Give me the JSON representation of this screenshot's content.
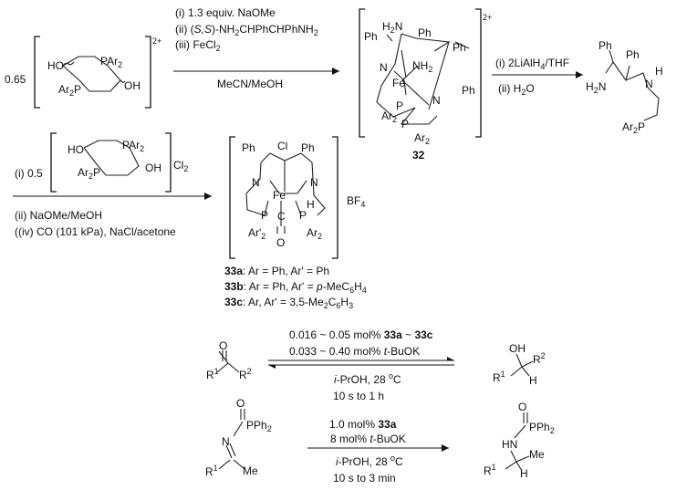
{
  "scheme1": {
    "coef": "0.65",
    "lig_HO": "HO",
    "lig_PAr2": "PAr",
    "lig_Ar2P": "Ar",
    "lig_OH": "OH",
    "charge": "2+",
    "cond1": "(i) 1.3 equiv. NaOMe",
    "cond2a": "(ii) (",
    "cond2b": "S,S",
    "cond2c": ")-NH",
    "cond2d": "CHPhCHPhNH",
    "cond3": "(iii) FeCl",
    "solvent": "MeCN/MeOH",
    "cmpd_label": "32",
    "cmpd_charge": "2+",
    "red1": "(i) 2LiAlH",
    "red1b": "/THF",
    "red2": "(ii) H",
    "red2b": "O"
  },
  "scheme2": {
    "cond1a": "(i) 0.5",
    "counter": "Cl",
    "cond2": "(ii) NaOMe/MeOH",
    "cond3": "((iv) CO (101 kPa), NaCl/acetone",
    "counter_ion": "BF",
    "labels": [
      {
        "id": "33a",
        "rest": ": Ar = Ph, Ar' = Ph"
      },
      {
        "id": "33b",
        "rest": ": Ar = Ph, Ar' = ",
        "italic": "p",
        "tail": "-MeC"
      },
      {
        "id": "33c",
        "rest": ": Ar, Ar' = 3,5-Me",
        "tail": "C"
      }
    ]
  },
  "atoms": {
    "Ph": "Ph",
    "H2N": "H",
    "NH2": "NH",
    "N": "N",
    "H": "H",
    "Fe": "Fe",
    "P": "P",
    "Ar2": "Ar",
    "Ar2p": "Ar'",
    "Cl": "Cl",
    "C": "C",
    "O": "O",
    "O_ket": "O",
    "OH": "OH",
    "R1": "R",
    "R2": "R",
    "PPh2": "PPh",
    "Me": "Me",
    "HN": "HN"
  },
  "scheme3": {
    "cond1a": "0.016 ~ 0.05 mol% ",
    "cond1b": "33a",
    "cond1c": " ~ ",
    "cond1d": "33c",
    "cond2a": "0.033 ~ 0.40 mol% ",
    "cond2b": "t",
    "cond2c": "-BuOK",
    "solvA": "i",
    "solvB": "-PrOH, 28 ",
    "deg": "o",
    "solvC": "C",
    "time": "10 s to 1 h"
  },
  "scheme4": {
    "cond1a": "1.0 mol% ",
    "cond1b": "33a",
    "cond2a": "8 mol% ",
    "cond2b": "t",
    "cond2c": "-BuOK",
    "solvA": "i",
    "solvB": "-PrOH, 28 ",
    "deg": "o",
    "solvC": "C",
    "time": "10 s to 3 min"
  }
}
